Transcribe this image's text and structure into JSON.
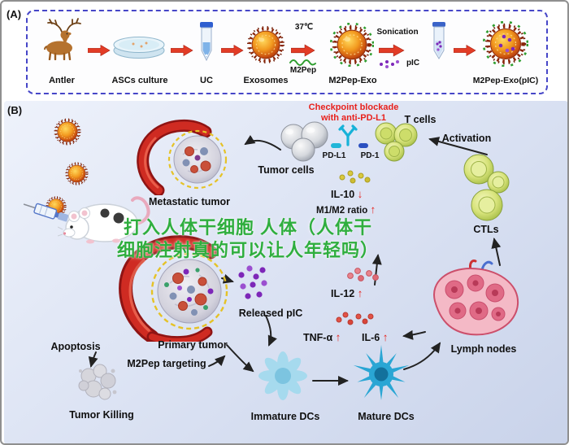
{
  "figure": {
    "panel_a": {
      "tag": "(A)",
      "items": [
        {
          "label": "Antler"
        },
        {
          "label": "ASCs culture"
        },
        {
          "label": "UC"
        },
        {
          "label": "Exosomes"
        },
        {
          "label": "M2Pep-Exo"
        },
        {
          "label": "M2Pep-Exo(pIC)"
        }
      ],
      "annotations": {
        "temperature": "37℃",
        "m2pep": "M2Pep",
        "sonication": "Sonication",
        "pic": "pIC"
      }
    },
    "panel_b": {
      "tag": "(B)",
      "checkpoint": {
        "line1": "Checkpoint blockade",
        "line2": "with anti-PD-L1"
      },
      "labels": {
        "tumor_cells": "Tumor cells",
        "t_cells": "T cells",
        "pd_l1": "PD-L1",
        "pd_1": "PD-1",
        "activation": "Activation",
        "ctls": "CTLs",
        "metastatic_tumor": "Metastatic tumor",
        "primary_tumor": "Primary tumor",
        "m2pep_targeting": "M2Pep targeting",
        "apoptosis": "Apoptosis",
        "tumor_killing": "Tumor Killing",
        "released_pic": "Released pIC",
        "immature_dcs": "Immature DCs",
        "mature_dcs": "Mature DCs",
        "lymph_nodes": "Lymph nodes"
      },
      "cytokines": [
        {
          "name": "IL-10",
          "direction": "↓"
        },
        {
          "name": "M1/M2 ratio",
          "direction": "↑"
        },
        {
          "name": "IL-12",
          "direction": "↑"
        },
        {
          "name": "TNF-α",
          "direction": "↑"
        },
        {
          "name": "IL-6",
          "direction": "↑"
        }
      ]
    },
    "watermark": {
      "line1": "打入人体干细胞 人体（人体干",
      "line2": "细胞注射真的可以让人年轻吗）"
    },
    "colors": {
      "accent_red": "#e8211c",
      "watermark_green": "#2fae3e",
      "panel_border_blue": "#4646c8",
      "exosome_orange": "#f29a1f",
      "pic_purple": "#7d27b8"
    }
  }
}
